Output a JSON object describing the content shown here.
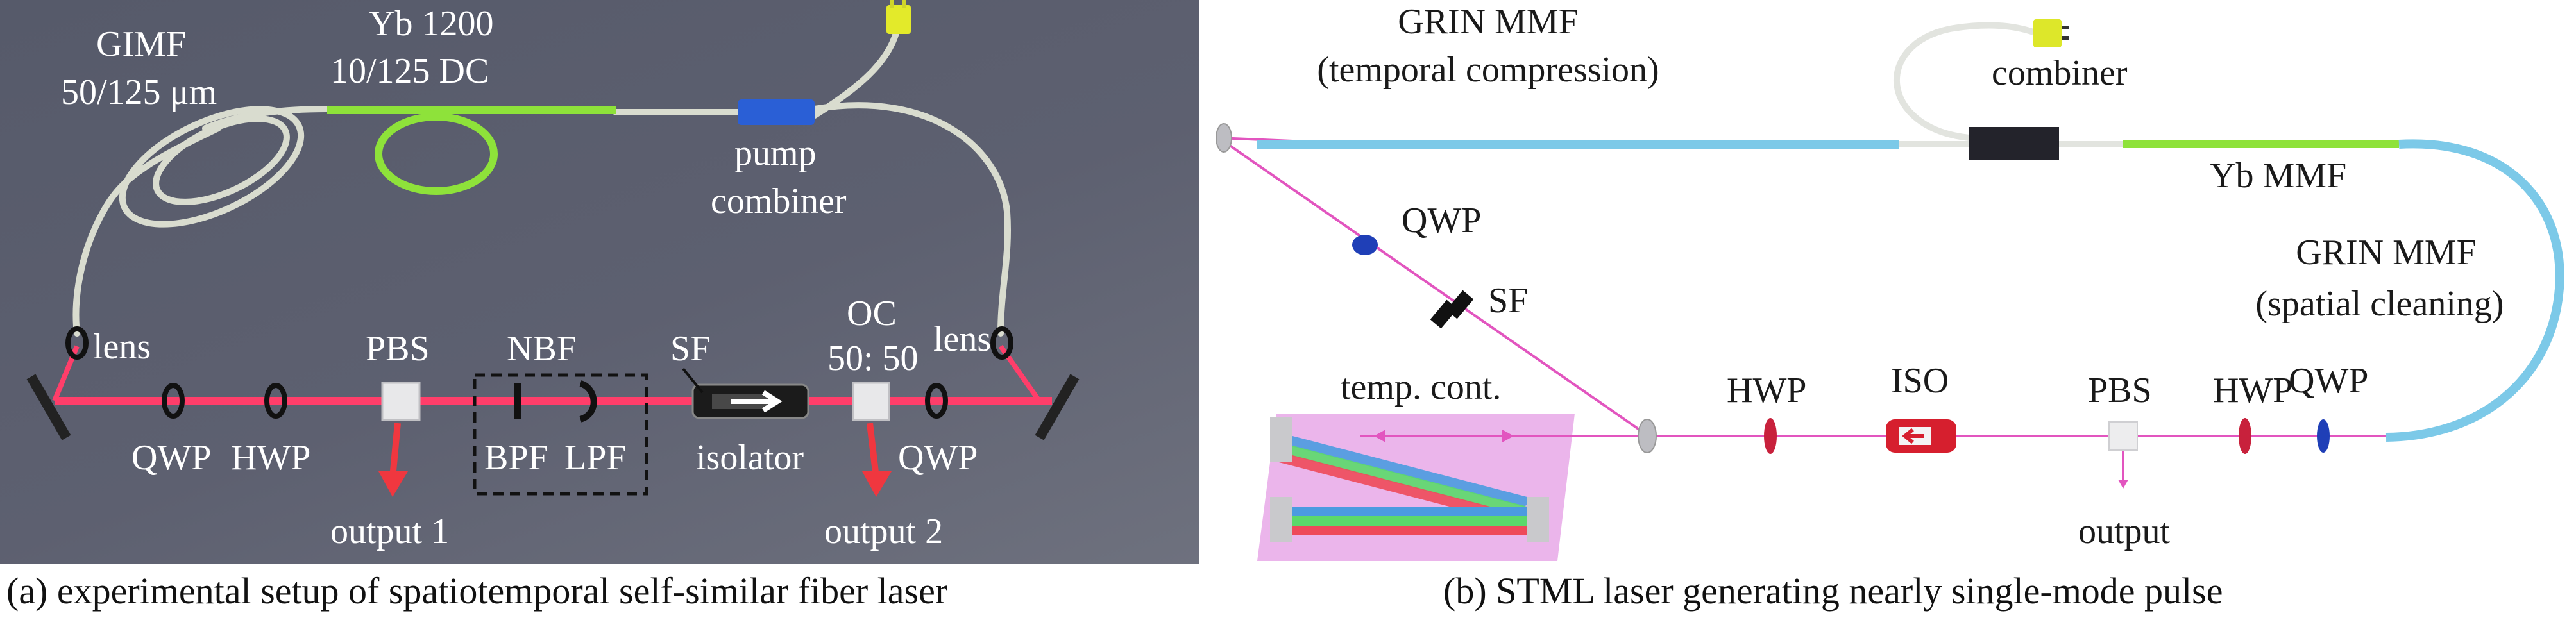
{
  "panel_a": {
    "labels": {
      "gimf_line1": "GIMF",
      "gimf_line2": "50/125 μm",
      "yb_line1": "Yb 1200",
      "yb_line2": "10/125 DC",
      "pump_line1": "pump",
      "pump_line2": "combiner",
      "lens_left": "lens",
      "lens_right": "lens",
      "pbs": "PBS",
      "nbf": "NBF",
      "sf": "SF",
      "oc_line1": "OC",
      "oc_line2": "50: 50",
      "qwp_left": "QWP",
      "hwp": "HWP",
      "bpf": "BPF",
      "lpf": "LPF",
      "isolator": "isolator",
      "qwp_right": "QWP",
      "output1": "output 1",
      "output2": "output 2"
    },
    "caption": "(a) experimental setup of spatiotemporal self-similar fiber laser"
  },
  "panel_b": {
    "labels": {
      "grin_top_line1": "GRIN MMF",
      "grin_top_line2": "(temporal compression)",
      "combiner": "combiner",
      "yb_mmf": "Yb MMF",
      "qwp_diag": "QWP",
      "sf": "SF",
      "grin_right_line1": "GRIN MMF",
      "grin_right_line2": "(spatial cleaning)",
      "temp_cont": "temp. cont.",
      "hwp_left": "HWP",
      "iso": "ISO",
      "pbs": "PBS",
      "hwp_right": "HWP",
      "qwp_right": "QWP",
      "output": "output"
    },
    "caption": "(b) STML laser generating nearly single-mode pulse"
  }
}
